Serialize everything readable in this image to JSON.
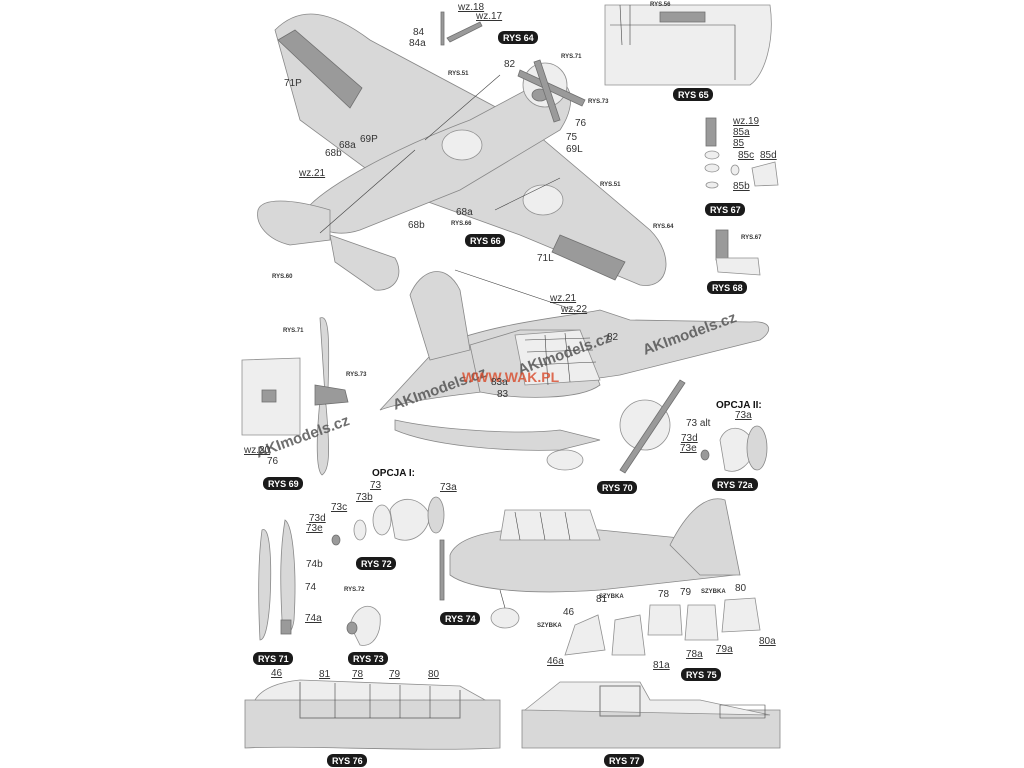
{
  "watermarks": {
    "brand": "AKImodels.cz",
    "site": "WWW.WAK.PL"
  },
  "figures": {
    "rys64": "RYS 64",
    "rys65": "RYS 65",
    "rys66": "RYS 66",
    "rys67": "RYS 67",
    "rys68": "RYS 68",
    "rys69": "RYS 69",
    "rys70": "RYS 70",
    "rys71": "RYS 71",
    "rys72": "RYS 72",
    "rys72a": "RYS 72a",
    "rys73": "RYS 73",
    "rys74": "RYS 74",
    "rys75": "RYS 75",
    "rys76": "RYS 76",
    "rys77": "RYS 77"
  },
  "options": {
    "opt1": "OPCJA I:",
    "opt2": "OPCJA II:"
  },
  "refs": {
    "r56": "RYS.56",
    "r51": "RYS.51",
    "r71": "RYS.71",
    "r73": "RYS.73",
    "r51b": "RYS.51",
    "r66": "RYS.66",
    "r64": "RYS.64",
    "r60": "RYS.60",
    "r67": "RYS.67",
    "r71b": "RYS.71",
    "r73b": "RYS.73",
    "r72": "RYS.72",
    "szybka1": "SZYBKA",
    "szybka2": "SZYBKA",
    "szybka3": "SZYBKA"
  },
  "parts": {
    "wz18": "wz.18",
    "wz17": "wz.17",
    "p84": "84",
    "p84a": "84a",
    "p82": "82",
    "p71P": "71P",
    "p76": "76",
    "p75": "75",
    "p69L": "69L",
    "p69P": "69P",
    "p68a": "68a",
    "p68b": "68b",
    "wz21": "wz.21",
    "p68a2": "68a",
    "p68b2": "68b",
    "p71L": "71L",
    "wz19": "wz.19",
    "p85a": "85a",
    "p85": "85",
    "p85c": "85c",
    "p85d": "85d",
    "p85b": "85b",
    "wz21b": "wz.21",
    "wz22": "wz.22",
    "p82b": "82",
    "p83a": "83a",
    "p83": "83",
    "wz20": "wz.20",
    "p76b": "76",
    "p73a": "73a",
    "p73alt": "73 alt",
    "p73d": "73d",
    "p73e": "73e",
    "p73": "73",
    "p73b": "73b",
    "p73c": "73c",
    "p73a2": "73a",
    "p73d2": "73d",
    "p73e2": "73e",
    "p74b": "74b",
    "p74": "74",
    "p74a": "74a",
    "p46": "46",
    "p81": "81",
    "p78": "78",
    "p79": "79",
    "p80": "80",
    "p46a": "46a",
    "p81a": "81a",
    "p78a": "78a",
    "p79a": "79a",
    "p80a": "80a",
    "p46b": "46",
    "p81b": "81",
    "p78b": "78",
    "p79b": "79",
    "p80b": "80"
  }
}
